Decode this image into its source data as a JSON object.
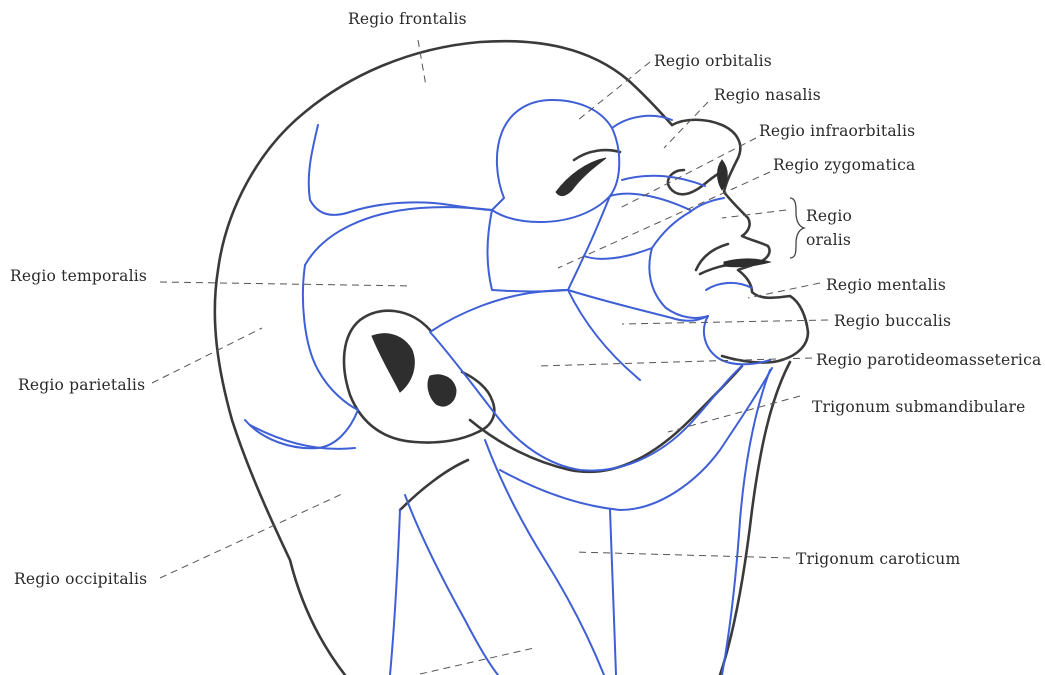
{
  "colors": {
    "background": "#ffffff",
    "outline": "#3a3a3a",
    "region_lines": "#3f5fd6",
    "label_text": "#2a2a2a"
  },
  "labels": {
    "frontalis": "Regio frontalis",
    "orbitalis": "Regio orbitalis",
    "nasalis": "Regio nasalis",
    "infraorbitalis": "Regio infraorbitalis",
    "zygomatica": "Regio zygomatica",
    "oralis_line1": "Regio",
    "oralis_line2": "oralis",
    "temporalis": "Regio temporalis",
    "mentalis": "Regio mentalis",
    "buccalis": "Regio buccalis",
    "parietalis": "Regio parietalis",
    "parotideomasseterica": "Regio parotideomasseterica",
    "submandibulare": "Trigonum submandibulare",
    "caroticum": "Trigonum caroticum",
    "occipitalis": "Regio occipitalis"
  }
}
